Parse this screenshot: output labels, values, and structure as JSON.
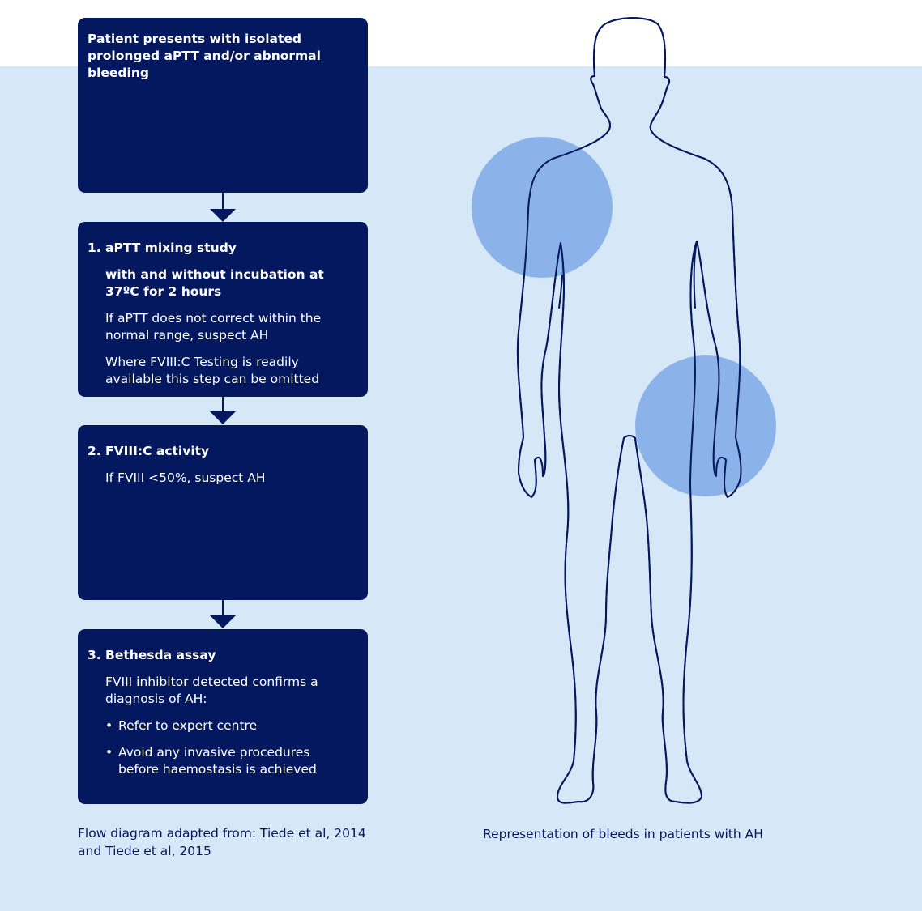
{
  "flow": {
    "start_box": {
      "text": "Patient presents with isolated prolonged aPTT and/or abnormal bleeding"
    },
    "step1": {
      "number": "1.",
      "title": "aPTT mixing study",
      "subtitle": "with and without incubation at 37ºC for 2 hours",
      "line1": "If aPTT does not correct within the normal range, suspect AH",
      "line2": "Where FVIII:C Testing is readily available this step can be omitted"
    },
    "step2": {
      "number": "2.",
      "title": "FVIII:C activity",
      "line1": "If FVIII <50%, suspect AH"
    },
    "step3": {
      "number": "3.",
      "title": "Bethesda assay",
      "line1": "FVIII inhibitor detected confirms a diagnosis of AH:",
      "bullets": [
        "Refer to expert centre",
        "Avoid any invasive procedures before haemostasis is achieved"
      ]
    }
  },
  "captions": {
    "source": "Flow diagram adapted from: Tiede et al, 2014 and Tiede et al, 2015",
    "figure": "Representation of bleeds in patients with AH"
  },
  "colors": {
    "box": "#03185f",
    "background_band": "#d6e7f7",
    "bleed_circle": "#7ea9e6",
    "outline": "#03185f"
  }
}
